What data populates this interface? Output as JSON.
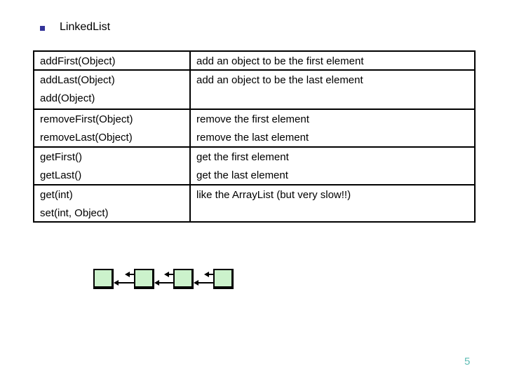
{
  "title": "LinkedList",
  "page_number": "5",
  "colors": {
    "bullet": "#333399",
    "page_number": "#5fbdb5",
    "node_fill": "#ccf2cc",
    "line": "#000000"
  },
  "table": {
    "rows": [
      {
        "method_lines": [
          "addFirst(Object)"
        ],
        "desc_lines": [
          "add an object to be the first element"
        ]
      },
      {
        "method_lines": [
          "addLast(Object)",
          "add(Object)"
        ],
        "desc_lines": [
          "add an object to be the last element"
        ]
      },
      {
        "method_lines": [
          "removeFirst(Object)",
          "removeLast(Object)"
        ],
        "desc_lines": [
          "remove the first element",
          "remove the last element"
        ]
      },
      {
        "method_lines": [
          "getFirst()",
          "getLast()"
        ],
        "desc_lines": [
          "get the first element",
          "get the last element"
        ]
      },
      {
        "method_lines": [
          "get(int)",
          "set(int, Object)"
        ],
        "desc_lines": [
          "like the ArrayList (but very slow!!)"
        ]
      }
    ]
  },
  "diagram": {
    "node_count": 4
  }
}
